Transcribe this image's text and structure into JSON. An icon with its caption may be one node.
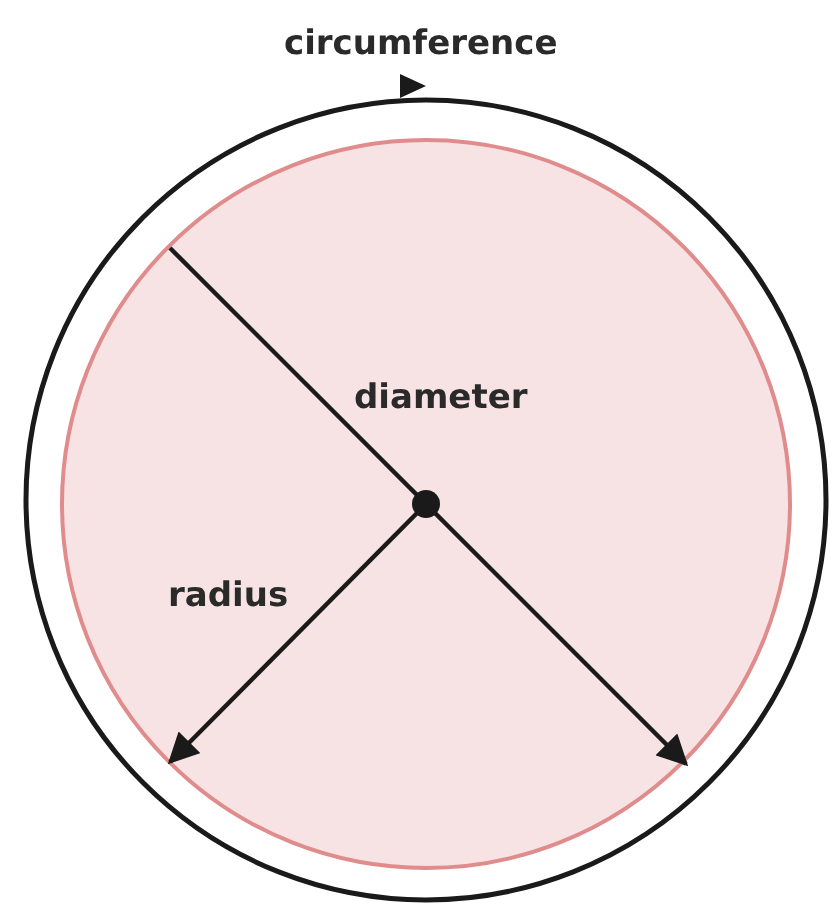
{
  "diagram": {
    "labels": [
      "circumference",
      "diameter",
      "radius"
    ]
  }
}
